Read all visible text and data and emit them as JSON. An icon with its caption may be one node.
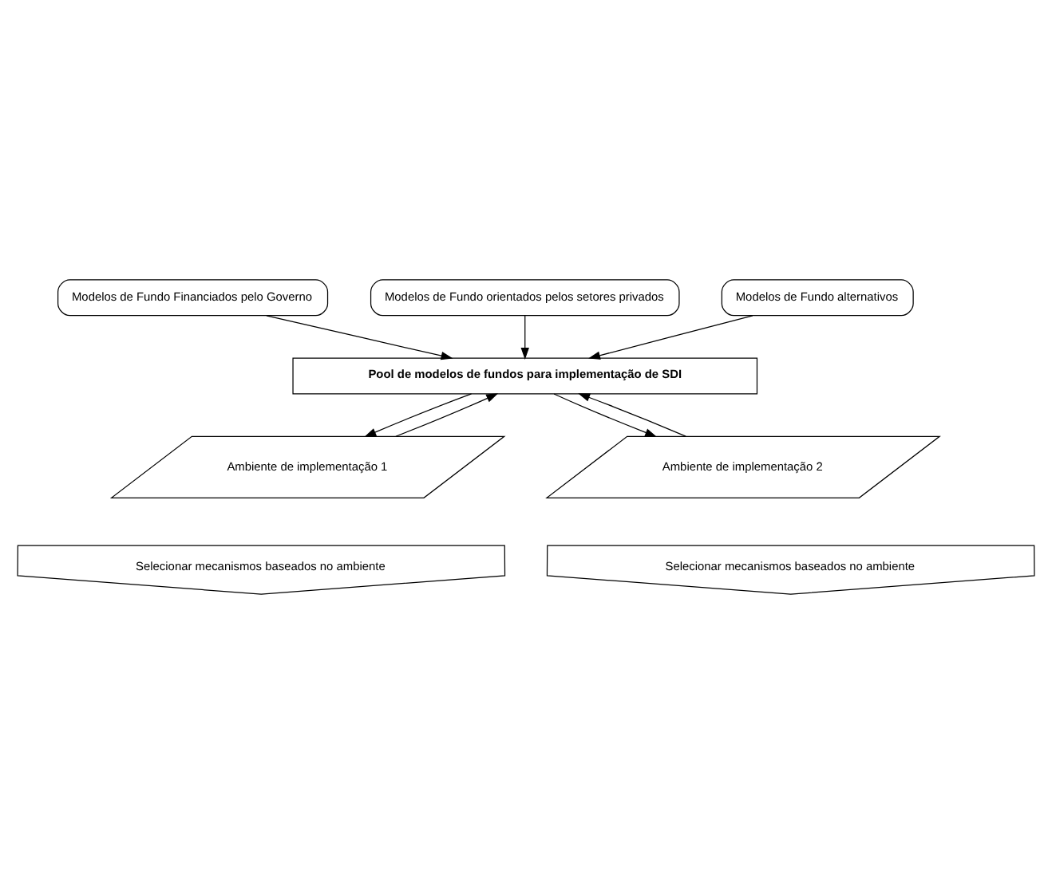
{
  "diagram": {
    "nodes": [
      {
        "text": [
          "Modelos de Fundo Financiados pelo Governo"
        ]
      },
      {
        "text": [
          "Modelos de Fundo orientados pelos setores privados"
        ]
      },
      {
        "text": [
          "Modelos de Fundo alternativos"
        ]
      },
      {
        "text": [
          "Pool de modelos de fundos para implementação de SDI"
        ]
      },
      {
        "text": [
          "Ambiente de implementação 1"
        ]
      },
      {
        "text": [
          "Ambiente de implementação 2"
        ]
      },
      {
        "text": [
          "Selecionar mecanismos baseados no ambiente"
        ]
      },
      {
        "text": [
          "Selecionar mecanismos baseados no ambiente"
        ]
      }
    ],
    "edges": [
      {
        "from": 0,
        "to": 3,
        "arrow": "to"
      },
      {
        "from": 1,
        "to": 3,
        "arrow": "to"
      },
      {
        "from": 2,
        "to": 3,
        "arrow": "to"
      },
      {
        "from": 4,
        "to": 3,
        "arrow": "to"
      },
      {
        "from": 3,
        "to": 4,
        "arrow": "to"
      },
      {
        "from": 3,
        "to": 5,
        "arrow": "to"
      },
      {
        "from": 5,
        "to": 3,
        "arrow": "to"
      }
    ]
  }
}
